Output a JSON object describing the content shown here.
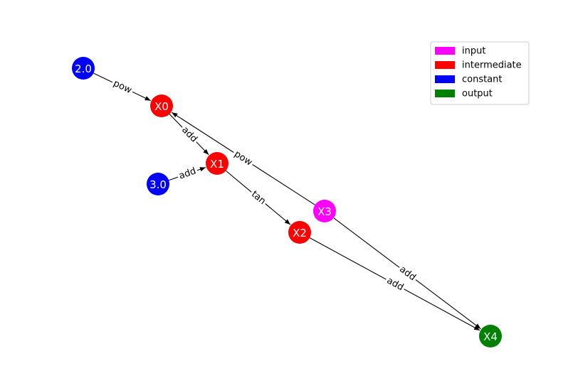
{
  "legend": {
    "items": [
      {
        "key": "input",
        "label": "input",
        "color": "#ff00ff"
      },
      {
        "key": "intermediate",
        "label": "intermediate",
        "color": "#ff0000"
      },
      {
        "key": "constant",
        "label": "constant",
        "color": "#0000ff"
      },
      {
        "key": "output",
        "label": "output",
        "color": "#008000"
      }
    ]
  },
  "nodes": [
    {
      "id": "n20",
      "label": "2.0",
      "type": "constant"
    },
    {
      "id": "x0",
      "label": "X0",
      "type": "intermediate"
    },
    {
      "id": "n30",
      "label": "3.0",
      "type": "constant"
    },
    {
      "id": "x1",
      "label": "X1",
      "type": "intermediate"
    },
    {
      "id": "x3",
      "label": "X3",
      "type": "input"
    },
    {
      "id": "x2",
      "label": "X2",
      "type": "intermediate"
    },
    {
      "id": "x4",
      "label": "X4",
      "type": "output"
    }
  ],
  "edges": [
    {
      "id": "e1",
      "from": "n20",
      "to": "x0",
      "label": "pow"
    },
    {
      "id": "e2",
      "from": "x3",
      "to": "x0",
      "label": "pow"
    },
    {
      "id": "e3",
      "from": "x0",
      "to": "x1",
      "label": "add"
    },
    {
      "id": "e4",
      "from": "n30",
      "to": "x1",
      "label": "add"
    },
    {
      "id": "e5",
      "from": "x1",
      "to": "x2",
      "label": "tan"
    },
    {
      "id": "e6",
      "from": "x3",
      "to": "x4",
      "label": "add"
    },
    {
      "id": "e7",
      "from": "x2",
      "to": "x4",
      "label": "add"
    }
  ]
}
